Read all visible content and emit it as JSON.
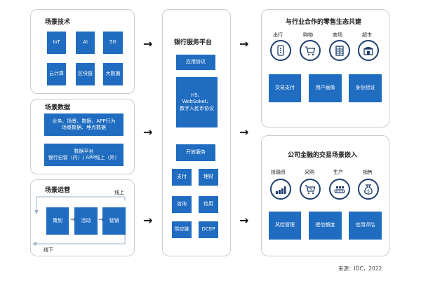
{
  "left": {
    "tech": {
      "title": "场景技术",
      "items": [
        "IoT",
        "AI",
        "5G",
        "云计算",
        "区块链",
        "大数据"
      ]
    },
    "data": {
      "title": "场景数据",
      "box1": "业务、场景、数据、APP行为\n场景数据、埋点数据",
      "box2": "数据平台\n银行自营（内）/ APP线上（外）"
    },
    "ops": {
      "title": "场景运营",
      "online": "线上",
      "offline": "线下",
      "steps": [
        "策划",
        "活动",
        "营销"
      ]
    }
  },
  "middle": {
    "title": "银行服务平台",
    "app_protocol": "应用协议",
    "protocols": "H5、WebSoket、\n数字人民币协议",
    "open_services": "开放服务",
    "services": [
      "支付",
      "理财",
      "咨询",
      "信用",
      "供应链",
      "DCEP"
    ]
  },
  "right_top": {
    "title": "与行业合作的零售生态共建",
    "icons": [
      {
        "label": "出行",
        "icon": "transit-card-icon"
      },
      {
        "label": "购物",
        "icon": "shopping-cart-icon"
      },
      {
        "label": "商场",
        "icon": "building-icon"
      },
      {
        "label": "超市",
        "icon": "storefront-icon"
      }
    ],
    "boxes": [
      "交易支付",
      "用户画像",
      "身份验证"
    ]
  },
  "right_bottom": {
    "title": "公司金融的交易场景嵌入",
    "icons": [
      {
        "label": "投融资",
        "icon": "coin-stack-icon"
      },
      {
        "label": "采购",
        "icon": "cart-icon"
      },
      {
        "label": "生产",
        "icon": "conveyor-icon"
      },
      {
        "label": "销售",
        "icon": "money-bag-icon"
      }
    ],
    "boxes": [
      "风险管理",
      "授信额度",
      "信用评估"
    ]
  },
  "source": "来源：IDC，2022",
  "colors": {
    "box": "#1f6cc0",
    "icon_stroke": "#1f3e6e",
    "border": "#c9ccd1"
  }
}
